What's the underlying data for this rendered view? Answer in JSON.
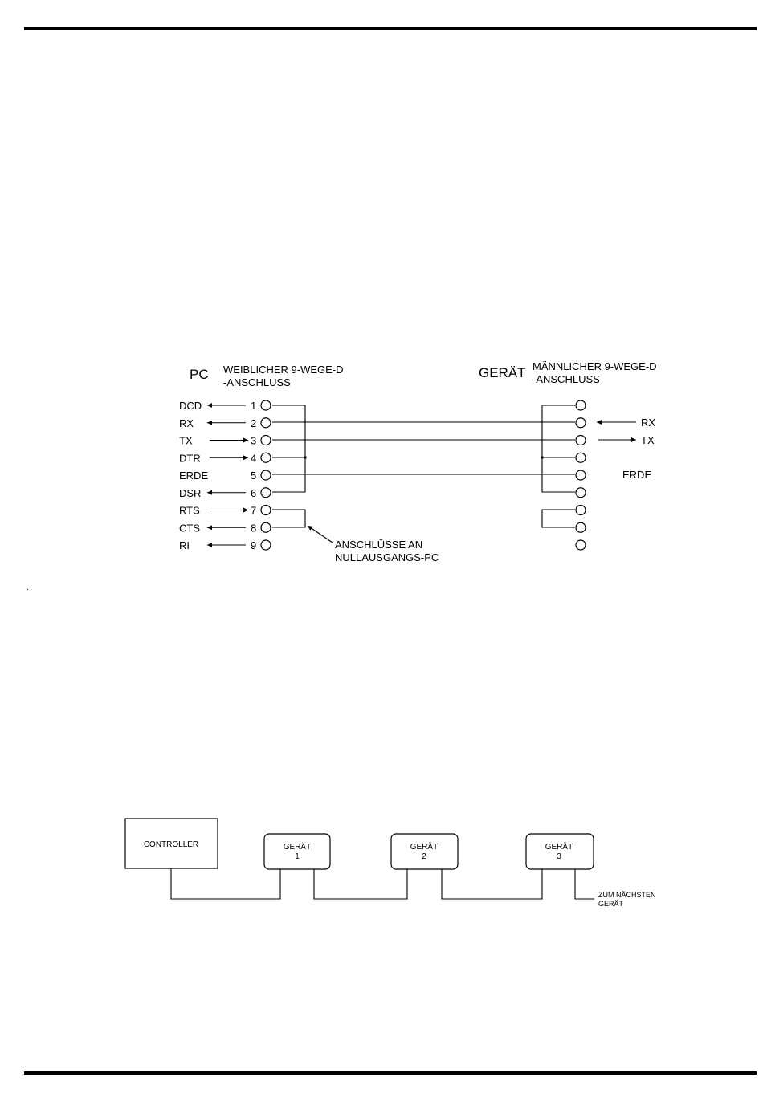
{
  "pinout_diagram": {
    "pc_title": "PC",
    "pc_connector": [
      "WEIBLICHER 9-WEGE-D",
      "-ANSCHLUSS"
    ],
    "device_title": "GERÄT",
    "device_connector": [
      "MÄNNLICHER 9-WEGE-D",
      "-ANSCHLUSS"
    ],
    "pc_signals": [
      {
        "name": "DCD",
        "pin": "1",
        "direction": "in"
      },
      {
        "name": "RX",
        "pin": "2",
        "direction": "in"
      },
      {
        "name": "TX",
        "pin": "3",
        "direction": "out"
      },
      {
        "name": "DTR",
        "pin": "4",
        "direction": "out"
      },
      {
        "name": "ERDE",
        "pin": "5",
        "direction": "none"
      },
      {
        "name": "DSR",
        "pin": "6",
        "direction": "in"
      },
      {
        "name": "RTS",
        "pin": "7",
        "direction": "out"
      },
      {
        "name": "CTS",
        "pin": "8",
        "direction": "in"
      },
      {
        "name": "RI",
        "pin": "9",
        "direction": "in"
      }
    ],
    "device_signals": [
      {
        "name": "RX",
        "direction": "in"
      },
      {
        "name": "TX",
        "direction": "out"
      },
      {
        "name": "ERDE",
        "direction": "none"
      }
    ],
    "note": [
      "ANSCHLÜSSE AN",
      "NULLAUSGANGS-PC"
    ]
  },
  "daisy_chain": {
    "controller": "CONTROLLER",
    "devices": [
      {
        "label": "GERÄT",
        "number": "1"
      },
      {
        "label": "GERÄT",
        "number": "2"
      },
      {
        "label": "GERÄT",
        "number": "3"
      }
    ],
    "next_label": [
      "ZUM NÄCHSTEN",
      "GERÄT"
    ]
  },
  "stray_mark": "."
}
